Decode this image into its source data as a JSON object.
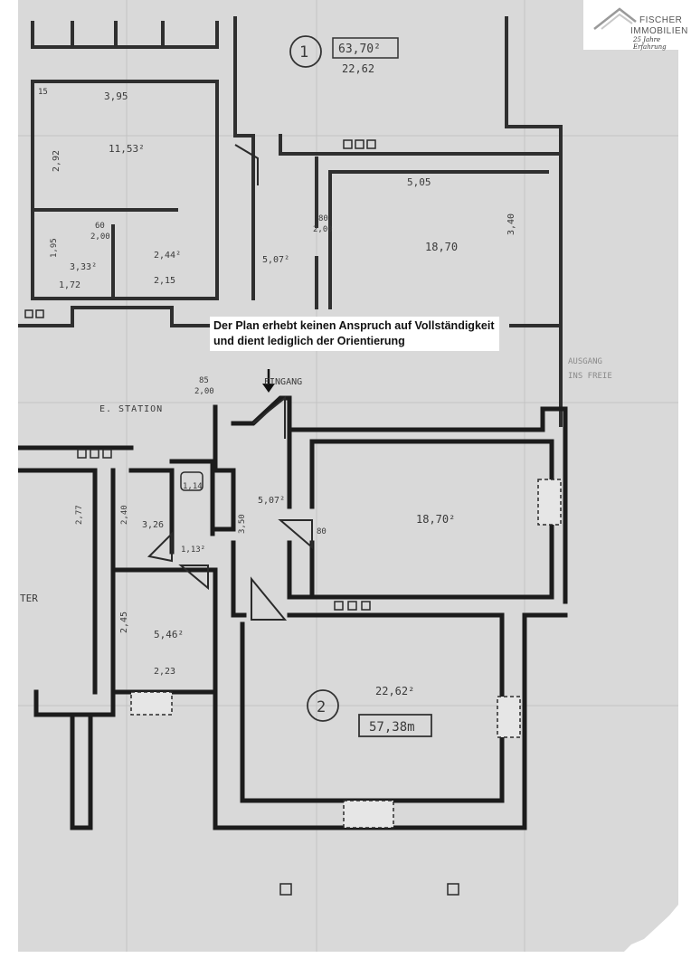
{
  "logo": {
    "name_line1": "FISCHER",
    "name_line2": "IMMOBILIEN",
    "tagline": "25 Jahre Erfahrung"
  },
  "notice": {
    "line1": "Der Plan erhebt keinen Anspruch auf Vollständigkeit",
    "line2": "und dient lediglich der Orientierung"
  },
  "plan": {
    "unit1": {
      "number": "1",
      "total_area": "63,70²",
      "sub_area": "22,62"
    },
    "unit2": {
      "number": "2",
      "total_area": "57,38m",
      "sub_area": "22,62²"
    },
    "labels": {
      "eingang": "EINGANG",
      "station": "E. STATION",
      "ausgang": "AUSGANG",
      "ins_freie": "INS FREIE",
      "side_text": "TER"
    },
    "measurements": {
      "upper_left_width": "3,95",
      "upper_left_area": "11,53²",
      "upper_left_height": "2,92",
      "small_room_area": "3,33²",
      "small_room_width": "1,72",
      "small_room_height": "1,95",
      "small_room2_area": "2,44²",
      "small_room2_width": "2,15",
      "upper_hall_area": "5,07²",
      "upper_room_width": "5,05",
      "upper_room_area": "18,70",
      "upper_room_height": "3,40",
      "door_upper_left": "15",
      "door_60": "60",
      "door_200_a": "2,00",
      "door_80": "80",
      "door_200_b": "2,00",
      "door_85": "85",
      "door_200_c": "2,00",
      "lower_hall_area": "5,07²",
      "lower_hall_height": "3,50",
      "lower_room_area": "18,70²",
      "lower_door_80": "80",
      "wc_area": "1,14",
      "bath_area": "3,26",
      "bath_height": "2,40",
      "small_hall_area": "1,13²",
      "kitchen_area": "5,46²",
      "kitchen_height": "2,45",
      "kitchen_width": "2,23",
      "side_width": "2,77"
    }
  }
}
